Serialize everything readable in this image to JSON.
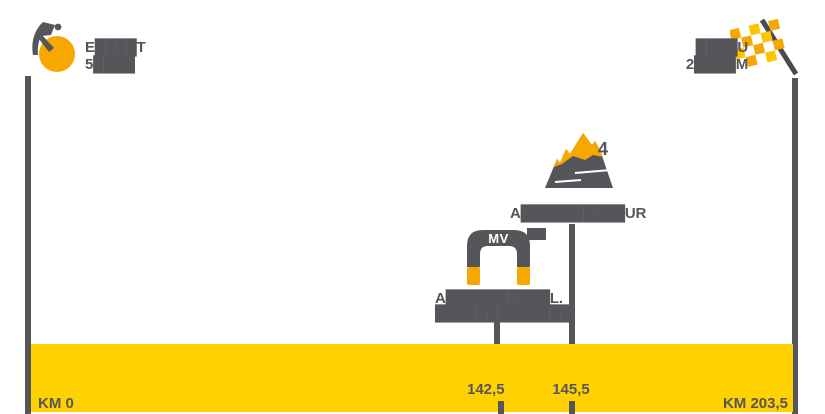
{
  "colors": {
    "yellow": "#FFD100",
    "orange": "#F6A800",
    "grey": "#55565A",
    "pole_grey": "#4A4B50"
  },
  "depart": {
    "name": "E████T",
    "detail": "5████"
  },
  "arrivee": {
    "name": "████U",
    "detail": "2████M"
  },
  "climb": {
    "name": "A██████████UR",
    "category": "4",
    "km": "145,5"
  },
  "meta_volante": {
    "badge": "MV",
    "name_line1": "A██████████L.",
    "name_line2": "█████████████",
    "km": "142,5"
  },
  "route_bar": {
    "km_start": "KM 0",
    "km_end": "KM 203,5"
  }
}
